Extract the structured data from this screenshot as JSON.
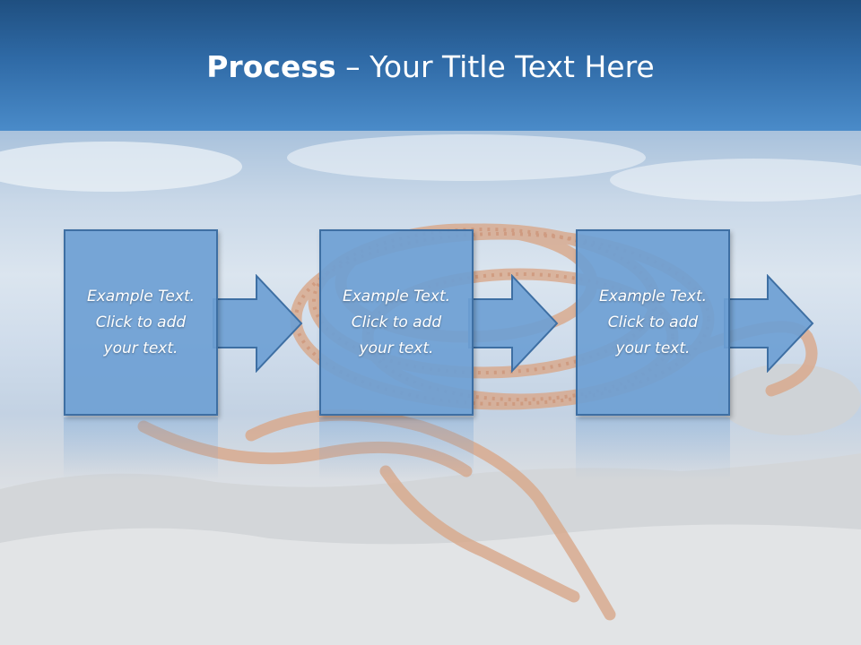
{
  "title": {
    "bold": "Process",
    "rest": " – Your Title Text Here"
  },
  "steps": [
    {
      "text": "Example Text.\nClick  to add\nyour text."
    },
    {
      "text": "Example Text.\nClick  to add\nyour text."
    },
    {
      "text": "Example Text.\nClick  to add\nyour text."
    }
  ],
  "colors": {
    "title_bar": "#2f6aa6",
    "step_fill": "#6ea0d4",
    "step_border": "#3e6fa3"
  }
}
